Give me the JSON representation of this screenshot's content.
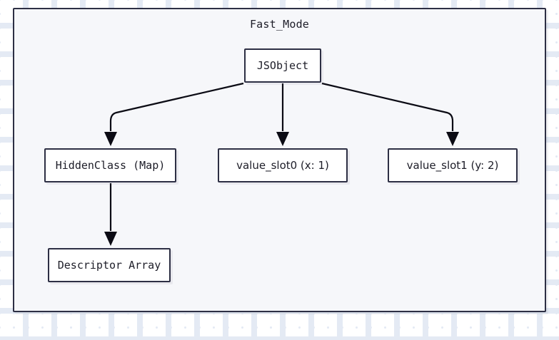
{
  "diagram": {
    "type": "flowchart",
    "title": "Fast_Mode",
    "background": {
      "page_color": "#ffffff",
      "grid_dot_color": "#e4eaf4",
      "container_fill": "#f6f7fa",
      "border_color": "#2d2f44"
    },
    "nodes": [
      {
        "id": "jsobject",
        "label": "JSObject",
        "font": "mono"
      },
      {
        "id": "hiddenclass",
        "label": "HiddenClass (Map)",
        "font": "mono"
      },
      {
        "id": "slot0",
        "label": "value_slot0 (x: 1)",
        "font": "sans"
      },
      {
        "id": "slot1",
        "label": "value_slot1 (y: 2)",
        "font": "sans"
      },
      {
        "id": "descriptor",
        "label": "Descriptor Array",
        "font": "mono"
      }
    ],
    "edges": [
      {
        "from": "jsobject",
        "to": "hiddenclass",
        "style": "curved-elbow",
        "arrow": "filled-triangle"
      },
      {
        "from": "jsobject",
        "to": "slot0",
        "style": "straight",
        "arrow": "filled-triangle"
      },
      {
        "from": "jsobject",
        "to": "slot1",
        "style": "curved-elbow",
        "arrow": "filled-triangle"
      },
      {
        "from": "hiddenclass",
        "to": "descriptor",
        "style": "straight",
        "arrow": "filled-triangle"
      }
    ]
  }
}
